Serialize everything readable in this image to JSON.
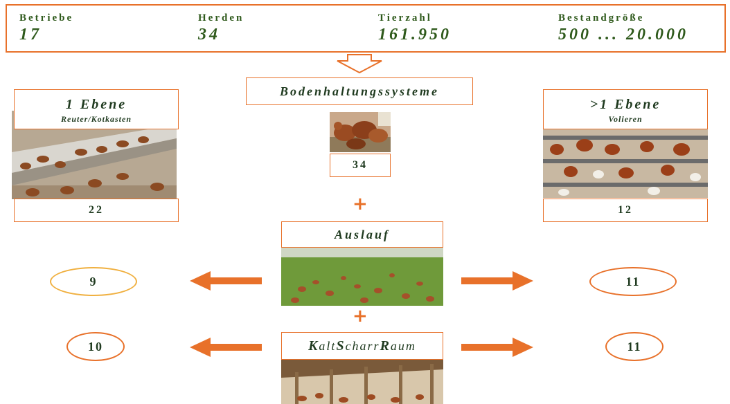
{
  "stats": [
    {
      "label": "Betriebe",
      "value": "17"
    },
    {
      "label": "Herden",
      "value": "34"
    },
    {
      "label": "Tierzahl",
      "value": "161.950"
    },
    {
      "label": "Bestandgröße",
      "value": "500 ... 20.000"
    }
  ],
  "center": {
    "title": "Bodenhaltungssysteme",
    "count": "34",
    "plus1": "+",
    "auslauf": "Auslauf",
    "plus2": "+",
    "kaltscharrraum": {
      "k": "K",
      "alt": "alt",
      "s": "S",
      "charr": "charr",
      "r": "R",
      "aum": "aum"
    }
  },
  "left": {
    "title": "1 Ebene",
    "subtitle": "Reuter/Kotkasten",
    "count": "22",
    "oval_auslauf": "9",
    "oval_ksr": "10"
  },
  "right": {
    "title": ">1 Ebene",
    "subtitle": "Volieren",
    "count": "12",
    "oval_auslauf": "11",
    "oval_ksr": "11"
  },
  "colors": {
    "accent": "#e8712a",
    "text": "#1f3a1f"
  }
}
